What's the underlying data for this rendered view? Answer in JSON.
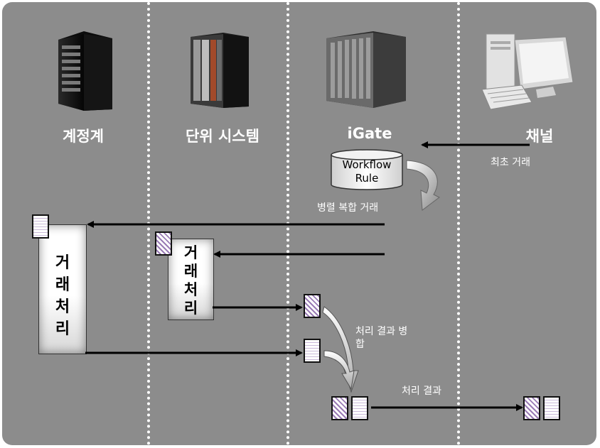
{
  "lanes": {
    "accounting": "계정계",
    "unit_system": "단위 시스템",
    "igate": "iGate",
    "channel": "채널"
  },
  "workflow_db": {
    "line1": "Workflow",
    "line2": "Rule"
  },
  "notes": {
    "first_transaction": "최초 거래",
    "parallel_composite": "병렬 복합 거래",
    "merge_results_line1": "처리 결과 병",
    "merge_results_line2": "합",
    "results": "처리 결과"
  },
  "process_boxes": {
    "accounting": [
      "거",
      "래",
      "처",
      "리"
    ],
    "unit_system": [
      "거",
      "래",
      "처",
      "리"
    ]
  },
  "icons": [
    "server-tower-icon",
    "server-rack-icon",
    "mainframe-icon",
    "desktop-computer-icon",
    "database-icon",
    "document-icon"
  ],
  "colors": {
    "background": "#8c8c8c",
    "hatch": "#9a7bb5",
    "arrow": "#000000"
  }
}
